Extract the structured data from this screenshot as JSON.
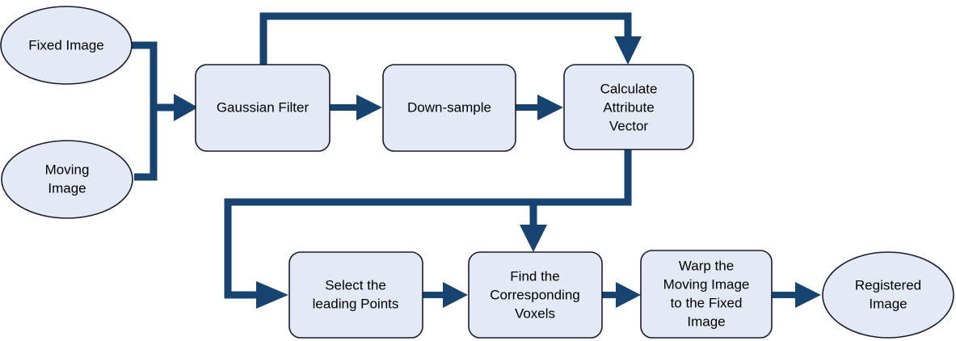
{
  "diagram": {
    "title": "Image Registration Pipeline Flowchart",
    "colors": {
      "node_fill": "#e4eaf5",
      "node_stroke": "#1a1a2e",
      "connector": "#174370",
      "background": "#ffffff",
      "text": "#000000"
    },
    "nodes": [
      {
        "id": "fixed-image",
        "type": "ellipse",
        "label": "Fixed Image",
        "lines": [
          "Fixed Image"
        ]
      },
      {
        "id": "moving-image",
        "type": "ellipse",
        "label": "Moving Image",
        "lines": [
          "Moving",
          "Image"
        ]
      },
      {
        "id": "gaussian-filter",
        "type": "process",
        "label": "Gaussian Filter",
        "lines": [
          "Gaussian Filter"
        ]
      },
      {
        "id": "down-sample",
        "type": "process",
        "label": "Down-sample",
        "lines": [
          "Down-sample"
        ]
      },
      {
        "id": "calculate-attribute-vector",
        "type": "process",
        "label": "Calculate Attribute Vector",
        "lines": [
          "Calculate",
          "Attribute",
          "Vector"
        ]
      },
      {
        "id": "select-leading-points",
        "type": "process",
        "label": "Select the leading Points",
        "lines": [
          "Select the",
          "leading Points"
        ]
      },
      {
        "id": "find-corresponding-voxels",
        "type": "process",
        "label": "Find the Corresponding Voxels",
        "lines": [
          "Find the",
          "Corresponding",
          "Voxels"
        ]
      },
      {
        "id": "warp-moving-image",
        "type": "process",
        "label": "Warp the Moving Image to the Fixed Image",
        "lines": [
          "Warp the",
          "Moving Image",
          "to the Fixed",
          "Image"
        ]
      },
      {
        "id": "registered-image",
        "type": "ellipse",
        "label": "Registered Image",
        "lines": [
          "Registered",
          "Image"
        ]
      }
    ],
    "edges": [
      {
        "id": "fixed-to-merge",
        "from": "fixed-image",
        "to": "gaussian-filter",
        "arrow": true
      },
      {
        "id": "moving-to-merge",
        "from": "moving-image",
        "to": "gaussian-filter",
        "arrow": true
      },
      {
        "id": "gaussian-to-downsample",
        "from": "gaussian-filter",
        "to": "down-sample",
        "arrow": true
      },
      {
        "id": "downsample-to-calculate",
        "from": "down-sample",
        "to": "calculate-attribute-vector",
        "arrow": true
      },
      {
        "id": "gaussian-feedback-to-calculate",
        "from": "gaussian-filter",
        "to": "calculate-attribute-vector",
        "arrow": true
      },
      {
        "id": "calculate-to-select",
        "from": "calculate-attribute-vector",
        "to": "select-leading-points",
        "arrow": true
      },
      {
        "id": "calculate-to-find",
        "from": "calculate-attribute-vector",
        "to": "find-corresponding-voxels",
        "arrow": true
      },
      {
        "id": "select-to-find",
        "from": "select-leading-points",
        "to": "find-corresponding-voxels",
        "arrow": true
      },
      {
        "id": "find-to-warp",
        "from": "find-corresponding-voxels",
        "to": "warp-moving-image",
        "arrow": true
      },
      {
        "id": "warp-to-registered",
        "from": "warp-moving-image",
        "to": "registered-image",
        "arrow": true
      }
    ]
  }
}
